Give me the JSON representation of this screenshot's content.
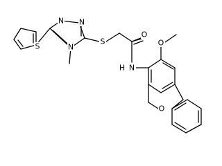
{
  "molecule": {
    "atoms": [
      {
        "id": "S_thio",
        "text": "S"
      },
      {
        "id": "N_tz_top1",
        "text": "N"
      },
      {
        "id": "N_tz_top2",
        "text": "N"
      },
      {
        "id": "N_tz_4",
        "text": "N"
      },
      {
        "id": "S_link",
        "text": "S"
      },
      {
        "id": "O_carbonyl",
        "text": "O"
      },
      {
        "id": "N_amide",
        "text": "N"
      },
      {
        "id": "H_amide",
        "text": "H"
      },
      {
        "id": "O_methoxy",
        "text": "O"
      },
      {
        "id": "O_furan",
        "text": "O"
      }
    ]
  }
}
